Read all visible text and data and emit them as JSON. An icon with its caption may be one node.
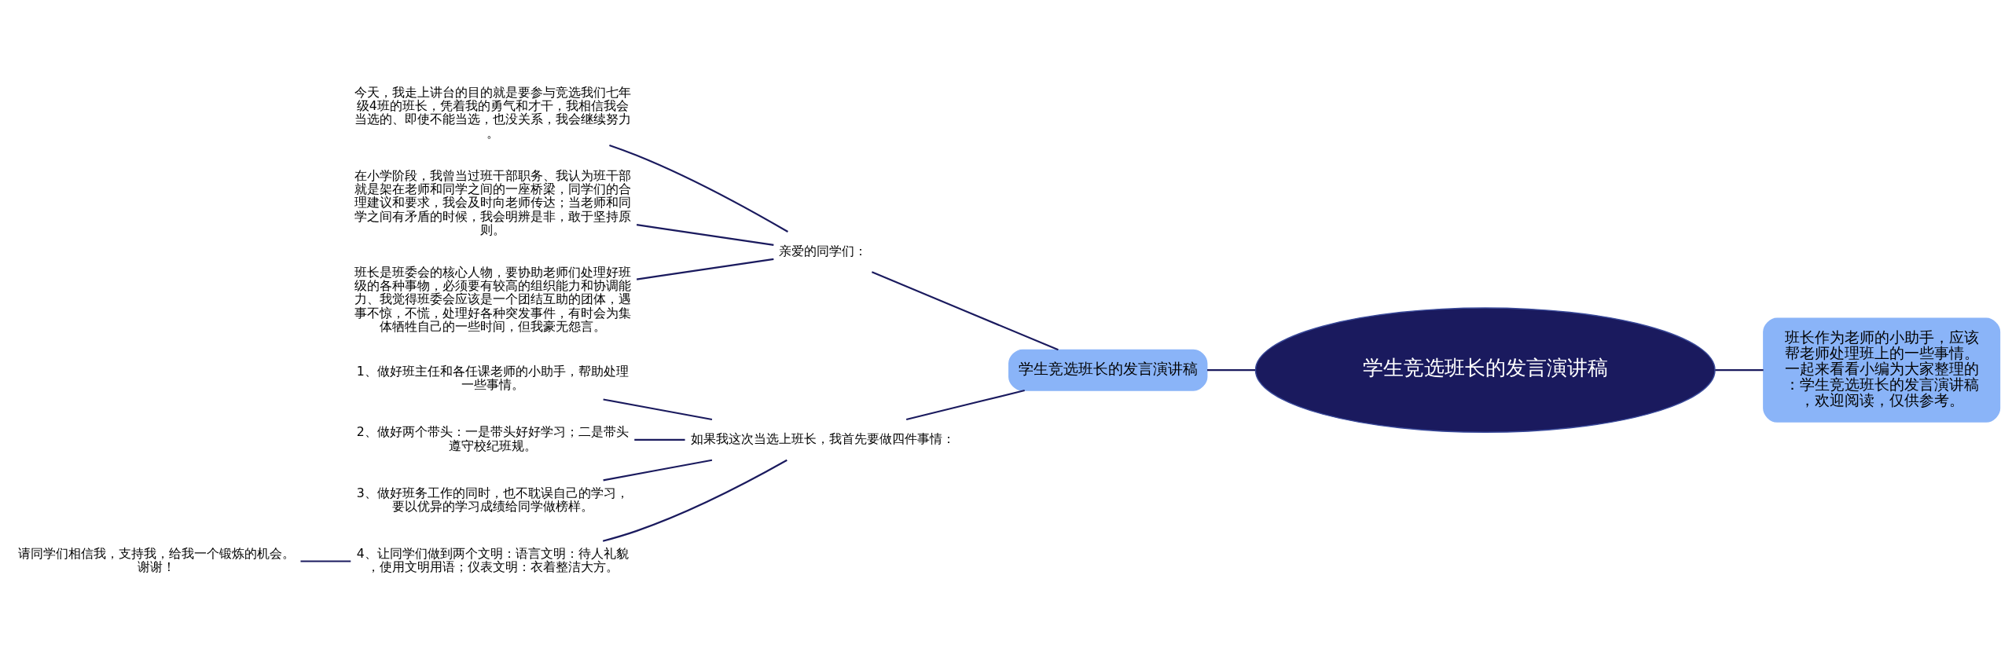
{
  "diagram": {
    "nodes": [
      {
        "text": [
          "学生竞选班长的发言演讲稿"
        ]
      },
      {
        "text": [
          "班长作为老师的小助手，应该帮老师处理班上的一些事情。一起来看看小编为大家整理的：学生竞选班长的发言演讲稿，欢迎阅读，仅供参考。"
        ]
      },
      {
        "text": [
          "学生竞选班长的发言演讲稿"
        ]
      },
      {
        "text": [
          "亲爱的同学们："
        ]
      },
      {
        "text": [
          "今天，我走上讲台的目的就是要参与竞选我们七年级4班的班长，凭着我的勇气和才干，我相信我会当选的、即使不能当选，也没关系，我会继续努力。"
        ]
      },
      {
        "text": [
          "在小学阶段，我曾当过班干部职务、我认为班干部就是架在老师和同学之间的一座桥梁，同学们的合理建议和要求，我会及时向老师传达；当老师和同学之间有矛盾的时候，我会明辨是非，敢于坚持原则。"
        ]
      },
      {
        "text": [
          "班长是班委会的核心人物，要协助老师们处理好班级的各种事物，必须要有较高的组织能力和协调能力、我觉得班委会应该是一个团结互助的团体，遇事不惊，不慌，处理好各种突发事件，有时会为集体牺牲自己的一些时间，但我豪无怨言。"
        ]
      },
      {
        "text": [
          "如果我这次当选上班长，我首先要做四件事情："
        ]
      },
      {
        "text": [
          "1、做好班主任和各任课老师的小助手，帮助处理一些事情。"
        ]
      },
      {
        "text": [
          "2、做好两个带头：一是带头好好学习；二是带头遵守校纪班规。"
        ]
      },
      {
        "text": [
          "3、做好班务工作的同时，也不耽误自己的学习，要以优异的学习成绩给同学做榜样。"
        ]
      },
      {
        "text": [
          "4、让同学们做到两个文明：语言文明：待人礼貌，使用文明用语；仪表文明：衣着整洁大方。"
        ]
      },
      {
        "text": [
          "请同学们相信我，支持我，给我一个锻炼的机会。谢谢！"
        ]
      }
    ],
    "edges": [
      {
        "from": 0,
        "to": 1,
        "arrow": "none"
      },
      {
        "from": 0,
        "to": 2,
        "arrow": "none"
      },
      {
        "from": 2,
        "to": 3,
        "arrow": "none"
      },
      {
        "from": 2,
        "to": 7,
        "arrow": "none"
      },
      {
        "from": 3,
        "to": 4,
        "arrow": "none"
      },
      {
        "from": 3,
        "to": 5,
        "arrow": "none"
      },
      {
        "from": 3,
        "to": 6,
        "arrow": "none"
      },
      {
        "from": 7,
        "to": 8,
        "arrow": "none"
      },
      {
        "from": 7,
        "to": 9,
        "arrow": "none"
      },
      {
        "from": 7,
        "to": 10,
        "arrow": "none"
      },
      {
        "from": 7,
        "to": 11,
        "arrow": "none"
      },
      {
        "from": 11,
        "to": 12,
        "arrow": "none"
      }
    ]
  }
}
